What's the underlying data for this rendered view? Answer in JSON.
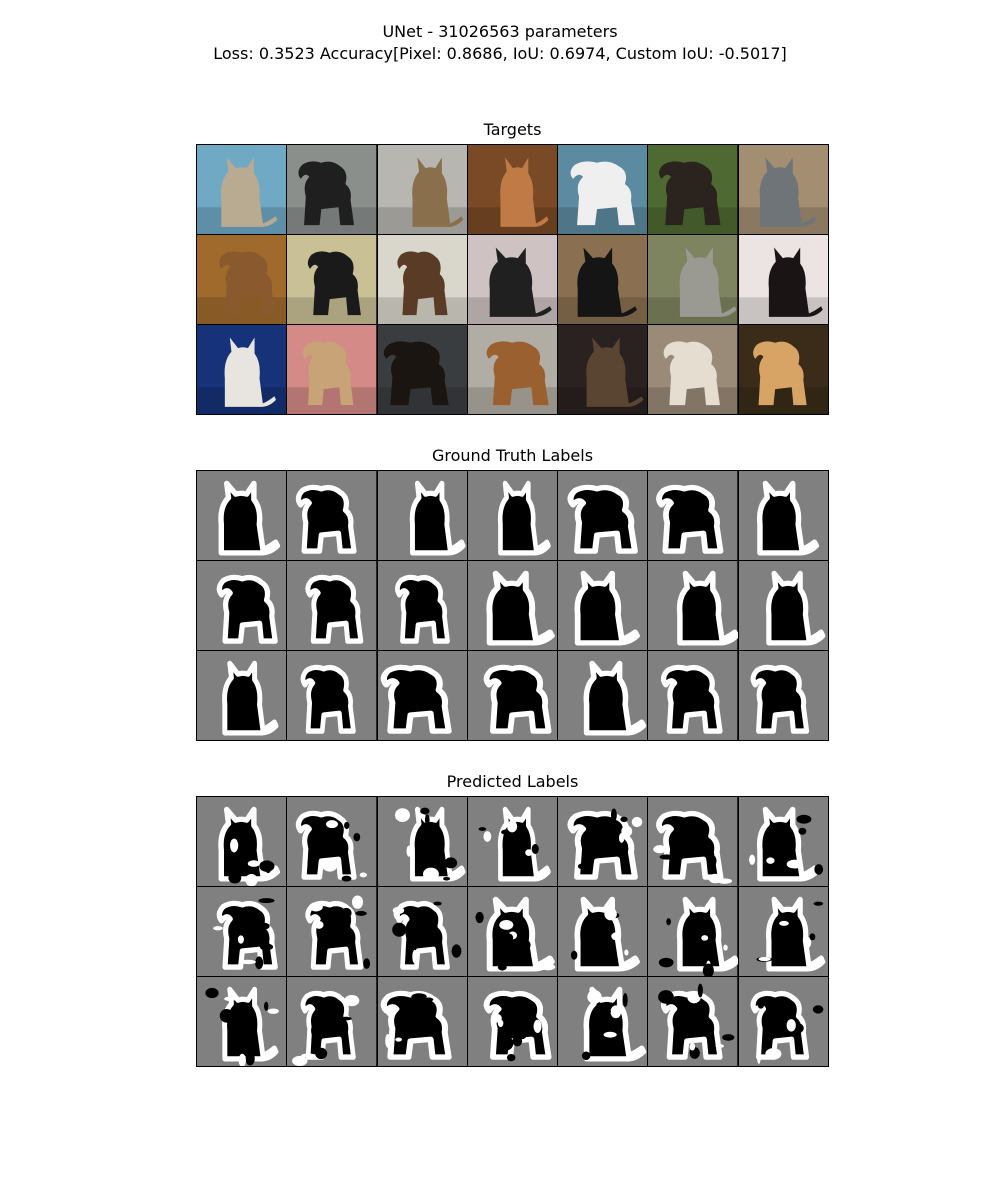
{
  "figure": {
    "title_line1": "UNet - 31026563 parameters",
    "title_line2": "Loss: 0.3523 Accuracy[Pixel: 0.8686, IoU: 0.6974, Custom IoU: -0.5017]"
  },
  "panels": [
    {
      "key": "targets",
      "title": "Targets",
      "kind": "photo"
    },
    {
      "key": "ground_truth",
      "title": "Ground Truth Labels",
      "kind": "mask"
    },
    {
      "key": "predicted",
      "title": "Predicted Labels",
      "kind": "mask-noisy"
    }
  ],
  "colors": {
    "mask_background": "#808080",
    "mask_object": "#000000",
    "mask_border": "#ffffff",
    "grid_line": "#000000"
  },
  "tiles": [
    {
      "subject": "cat",
      "bg": "#6fa9c4",
      "fur": "#b9ab92"
    },
    {
      "subject": "dog",
      "bg": "#8a8f8c",
      "fur": "#1f1f1f"
    },
    {
      "subject": "cat",
      "bg": "#b8b6b0",
      "fur": "#8a6f4c"
    },
    {
      "subject": "cat",
      "bg": "#7a4a26",
      "fur": "#c07a45"
    },
    {
      "subject": "dog",
      "bg": "#5c8aa0",
      "fur": "#efefef"
    },
    {
      "subject": "dog",
      "bg": "#4e6a32",
      "fur": "#2a231e"
    },
    {
      "subject": "cat",
      "bg": "#a38e72",
      "fur": "#6f7478"
    },
    {
      "subject": "dog",
      "bg": "#a06a2c",
      "fur": "#8a5a2e"
    },
    {
      "subject": "dog",
      "bg": "#c9c096",
      "fur": "#1a1a1a"
    },
    {
      "subject": "dog",
      "bg": "#d9d6cc",
      "fur": "#5a3b26"
    },
    {
      "subject": "cat",
      "bg": "#cfc2c2",
      "fur": "#202020"
    },
    {
      "subject": "cat",
      "bg": "#8a7050",
      "fur": "#151515"
    },
    {
      "subject": "cat",
      "bg": "#7e8460",
      "fur": "#9a9a92"
    },
    {
      "subject": "cat",
      "bg": "#ece4e2",
      "fur": "#1a1414"
    },
    {
      "subject": "cat",
      "bg": "#16337a",
      "fur": "#e8e4e0"
    },
    {
      "subject": "dog",
      "bg": "#d48a86",
      "fur": "#c8a378"
    },
    {
      "subject": "dog",
      "bg": "#3a3d40",
      "fur": "#1b1512"
    },
    {
      "subject": "dog",
      "bg": "#b2ada4",
      "fur": "#9a6030"
    },
    {
      "subject": "cat",
      "bg": "#2a2220",
      "fur": "#5a4432"
    },
    {
      "subject": "dog",
      "bg": "#9a8a78",
      "fur": "#e4ddd0"
    },
    {
      "subject": "dog",
      "bg": "#3a2c18",
      "fur": "#d8a466"
    }
  ]
}
